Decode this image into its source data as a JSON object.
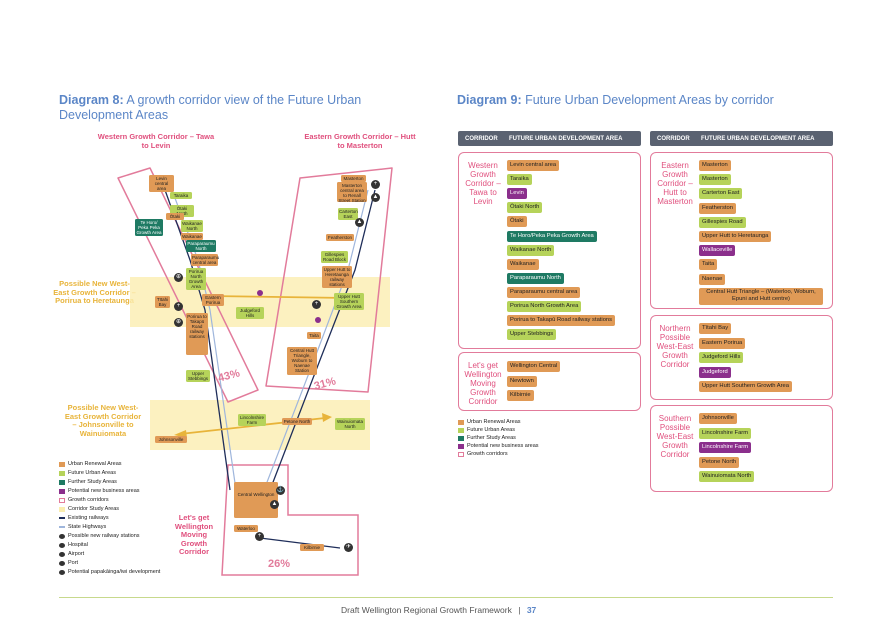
{
  "diagram8": {
    "title_bold": "Diagram 8:",
    "title_rest": " A growth corridor view of the Future Urban Development Areas",
    "corridor_labels": {
      "western": "Western Growth Corridor – Tawa to Levin",
      "eastern": "Eastern Growth Corridor – Hutt to Masterton",
      "porirua": "Possible New West-East Growth Corridor – Porirua to Heretaunga",
      "johnsonville": "Possible New West-East Growth Corridor – Johnsonville to Wainuiomata",
      "wellington": "Let's get Wellington Moving Growth Corridor"
    },
    "percentages": {
      "western": "43%",
      "eastern": "31%",
      "wellington": "26%"
    },
    "map_tags": {
      "levin": "Levin central area",
      "taraika": "Taraika",
      "otaki_north": "Ōtaki North",
      "otaki": "Ōtaki",
      "te_horo": "Te Horo/ Peka Peka Growth Area",
      "waikanae_north": "Waikanae North",
      "waikanae": "Waikanae",
      "paraparaumu_north": "Paraparaumu North",
      "paraparaumu": "Paraparaumu central area",
      "porirua_north": "Porirua North Growth Area",
      "tiitahi": "Tītahi Bay",
      "eastern_porirua": "Eastern Porirua",
      "judgeford": "Judgeford Hills",
      "porirua_takapu": "Porirua to Takapū Road railway stations",
      "upper_stebbings": "Upper Stebbings",
      "masterton": "Masterton",
      "masterton_central": "Masterton central area to Renall Street Station",
      "carterton": "Carterton East",
      "featherston": "Featherston",
      "gillespies": "Gillespies Road Block",
      "upper_hutt_heretaunga": "Upper Hutt to Heretaunga railway stations",
      "upper_hutt_southern": "Upper Hutt Southern Growth Area",
      "taita": "Taita",
      "central_hutt": "Central Hutt Triangle, Woburn to Naenae Station",
      "lincolnshire": "Lincolnshire Farm",
      "petone": "Petone North",
      "wainuiomata": "Wainuiomata North",
      "johnsonville": "Johnsonville",
      "central_wellington": "Central Wellington",
      "waterloo": "Waterloo",
      "kilbirnie": "Kilbirnie"
    },
    "legend": [
      {
        "label": "Urban Renewal Areas",
        "color": "#e09a56",
        "kind": "box"
      },
      {
        "label": "Future Urban Areas",
        "color": "#b6d35a",
        "kind": "box"
      },
      {
        "label": "Further Study Areas",
        "color": "#1e7a63",
        "kind": "box"
      },
      {
        "label": "Potential new business areas",
        "color": "#8b2f8c",
        "kind": "box"
      },
      {
        "label": "Growth corridors",
        "color": "#e27b9b",
        "kind": "outline"
      },
      {
        "label": "Corridor Study Areas",
        "color": "#fbeeb0",
        "kind": "box"
      },
      {
        "label": "Existing railways",
        "color": "#1f2e5a",
        "kind": "line"
      },
      {
        "label": "State Highways",
        "color": "#9fb6dc",
        "kind": "line"
      },
      {
        "label": "Possible new railway stations",
        "color": "#333333",
        "kind": "icon"
      },
      {
        "label": "Hospital",
        "color": "#333333",
        "kind": "icon"
      },
      {
        "label": "Airport",
        "color": "#333333",
        "kind": "icon"
      },
      {
        "label": "Port",
        "color": "#333333",
        "kind": "icon"
      },
      {
        "label": "Potential papakāinga/iwi development",
        "color": "#333333",
        "kind": "icon"
      }
    ]
  },
  "diagram9": {
    "title_bold": "Diagram 9:",
    "title_rest": " Future Urban Development Areas by corridor",
    "header_corridor": "CORRIDOR",
    "header_area": "FUTURE URBAN DEVELOPMENT AREA",
    "western": {
      "label": "Western Growth Corridor – Tawa to Levin",
      "items": [
        {
          "t": "Levin central area",
          "c": "orange"
        },
        {
          "t": "Taraika",
          "c": "green"
        },
        {
          "t": "Levin",
          "c": "purple"
        },
        {
          "t": "Ōtaki North",
          "c": "green"
        },
        {
          "t": "Ōtaki",
          "c": "orange"
        },
        {
          "t": "Te Horo/Peka Peka Growth Area",
          "c": "teal"
        },
        {
          "t": "Waikanae North",
          "c": "green"
        },
        {
          "t": "Waikanae",
          "c": "orange"
        },
        {
          "t": "Paraparaumu North",
          "c": "teal"
        },
        {
          "t": "Paraparaumu central area",
          "c": "orange"
        },
        {
          "t": "Porirua North Growth Area",
          "c": "green"
        },
        {
          "t": "Porirua to Takapū Road railway stations",
          "c": "orange"
        },
        {
          "t": "Upper Stebbings",
          "c": "green"
        }
      ]
    },
    "wellington": {
      "label": "Let's get Wellington Moving Growth Corridor",
      "items": [
        {
          "t": "Wellington Central",
          "c": "orange"
        },
        {
          "t": "Newtown",
          "c": "orange"
        },
        {
          "t": "Kilbirnie",
          "c": "orange"
        }
      ]
    },
    "eastern": {
      "label": "Eastern Growth Corridor – Hutt to Masterton",
      "items": [
        {
          "t": "Masterton",
          "c": "orange"
        },
        {
          "t": "Masterton",
          "c": "green"
        },
        {
          "t": "Carterton East",
          "c": "green"
        },
        {
          "t": "Featherston",
          "c": "orange"
        },
        {
          "t": "Gillespies Road",
          "c": "green"
        },
        {
          "t": "Upper Hutt to Heretaunga",
          "c": "orange"
        },
        {
          "t": "Wallaceville",
          "c": "purple"
        },
        {
          "t": "Taita",
          "c": "orange"
        },
        {
          "t": "Naenae",
          "c": "orange"
        },
        {
          "t": "Central Hutt Triangle – (Waterloo, Woburn, Epuni and Hutt centre)",
          "c": "orange"
        }
      ]
    },
    "northern": {
      "label": "Northern Possible West-East Growth Corridor",
      "items": [
        {
          "t": "Tītahi Bay",
          "c": "orange"
        },
        {
          "t": "Eastern Porirua",
          "c": "orange"
        },
        {
          "t": "Judgeford Hills",
          "c": "green"
        },
        {
          "t": "Judgeford",
          "c": "purple"
        },
        {
          "t": "Upper Hutt Southern Growth Area",
          "c": "orange"
        }
      ]
    },
    "southern": {
      "label": "Southern Possible West-East Growth Corridor",
      "items": [
        {
          "t": "Johnsonville",
          "c": "orange"
        },
        {
          "t": "Lincolnshire Farm",
          "c": "green"
        },
        {
          "t": "Lincolnshire Farm",
          "c": "purple"
        },
        {
          "t": "Petone North",
          "c": "orange"
        },
        {
          "t": "Wainuiomata North",
          "c": "green"
        }
      ]
    },
    "legend": [
      {
        "label": "Urban Renewal Areas",
        "color": "#e09a56"
      },
      {
        "label": "Future Urban Areas",
        "color": "#b6d35a"
      },
      {
        "label": "Further Study Areas",
        "color": "#1e7a63"
      },
      {
        "label": "Potential new business areas",
        "color": "#8b2f8c"
      },
      {
        "label": "Growth corridors",
        "color": "#e27b9b"
      }
    ]
  },
  "footer": {
    "text": "Draft Wellington Regional Growth Framework",
    "sep": "|",
    "page": "37"
  }
}
